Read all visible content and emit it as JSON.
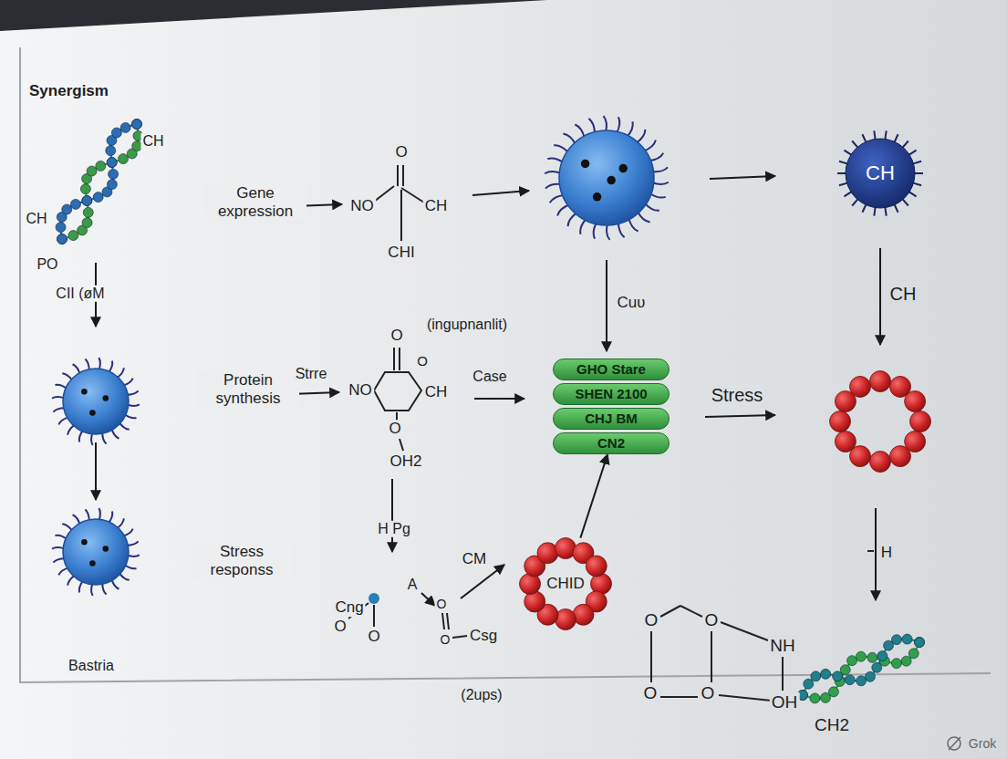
{
  "diagram": {
    "title": "Synergism",
    "nodes": [
      {
        "text": [
          "CH"
        ]
      },
      {
        "text": [
          "GHO Stare"
        ]
      },
      {
        "text": [
          "SHEN 2100"
        ]
      },
      {
        "text": [
          "CHJ BM"
        ]
      },
      {
        "text": [
          "CN2"
        ]
      },
      {
        "text": [
          "CHID"
        ]
      }
    ],
    "edges": [
      {
        "from": 5,
        "to": 4,
        "arrow": "to"
      }
    ],
    "labels": [
      "CH",
      "Gene expression",
      "NO",
      "O",
      "CH",
      "CHI",
      "CH",
      "PO",
      "CII (øM",
      "Cuʋ",
      "CH",
      "(ingupnanlit)",
      "Protein synthesis",
      "Strre",
      "O",
      "NO",
      "O",
      "CH",
      "O",
      "OH2",
      "Case",
      "Stress",
      "H Pg",
      "Stress responss",
      "CM",
      "Cng",
      "A",
      "Csg",
      "O",
      "O",
      "H",
      "O",
      "O",
      "NH",
      "O",
      "O",
      "OH",
      "CH2",
      "Bastria",
      "(2ups)",
      "Grok",
      "O",
      "O"
    ]
  }
}
